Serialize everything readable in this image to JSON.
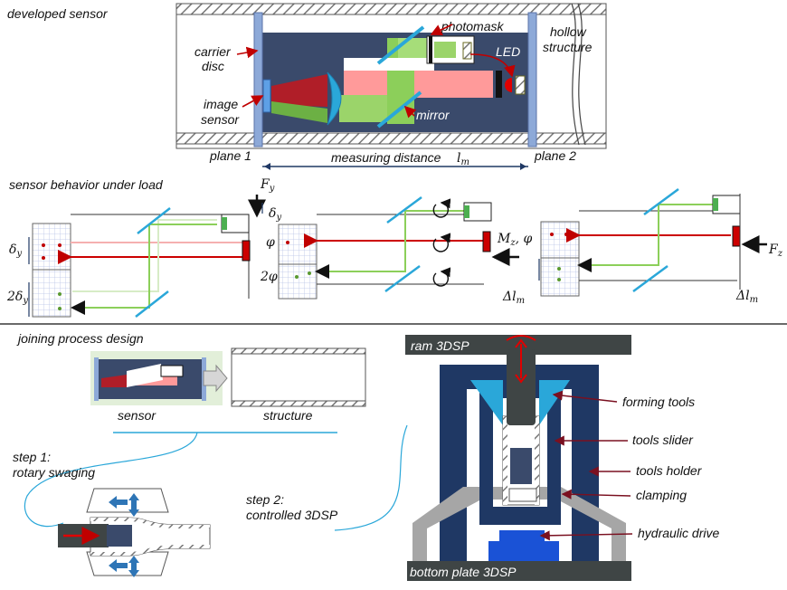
{
  "section1": {
    "heading": "developed sensor",
    "labels": {
      "carrier_disc_1": "carrier",
      "carrier_disc_2": "disc",
      "image_sensor_1": "image",
      "image_sensor_2": "sensor",
      "photomask": "photomask",
      "led": "LED",
      "hollow_1": "hollow",
      "hollow_2": "structure",
      "mirror": "mirror",
      "plane1": "plane 1",
      "plane2": "plane 2",
      "measuring_distance": "measuring distance",
      "lm": "l",
      "lm_sub": "m"
    }
  },
  "section2": {
    "heading": "sensor behavior under load",
    "symbols": {
      "Fy": "F",
      "Fy_sub": "y",
      "dy": "δ",
      "dy_sub": "y",
      "dy_left": "δ",
      "dy_left_sub": "y",
      "two_dy": "2δ",
      "two_dy_sub": "y",
      "phi": "φ",
      "two_phi": "2φ",
      "Mz": "M",
      "Mz_sub": "z",
      "Mz_tail": ", φ",
      "Fz": "F",
      "Fz_sub": "z",
      "dlm_left": "Δl",
      "dlm_left_sub": "m",
      "dlm_right": "Δl",
      "dlm_right_sub": "m"
    }
  },
  "section3": {
    "heading": "joining process design",
    "sensor": "sensor",
    "structure": "structure",
    "step1_a": "step 1:",
    "step1_b": "rotary swaging",
    "step2_a": "step 2:",
    "step2_b": "controlled 3DSP",
    "ram": "ram 3DSP",
    "bottom": "bottom plate 3DSP",
    "forming_tools": "forming tools",
    "tools_slider": "tools slider",
    "tools_holder": "tools holder",
    "clamping": "clamping",
    "hydraulic_drive": "hydraulic drive"
  },
  "colors": {
    "navy": "#1f3864",
    "beam_red": "#ff8a8a",
    "beam_green": "#8ccf5a",
    "mirror_blue": "#2aa7d9",
    "plane_blue": "#8da9d8",
    "arrow_red": "#c00000",
    "gray": "#a6a6a6",
    "dark": "#3f4545",
    "hydraulic": "#1a52d6"
  }
}
